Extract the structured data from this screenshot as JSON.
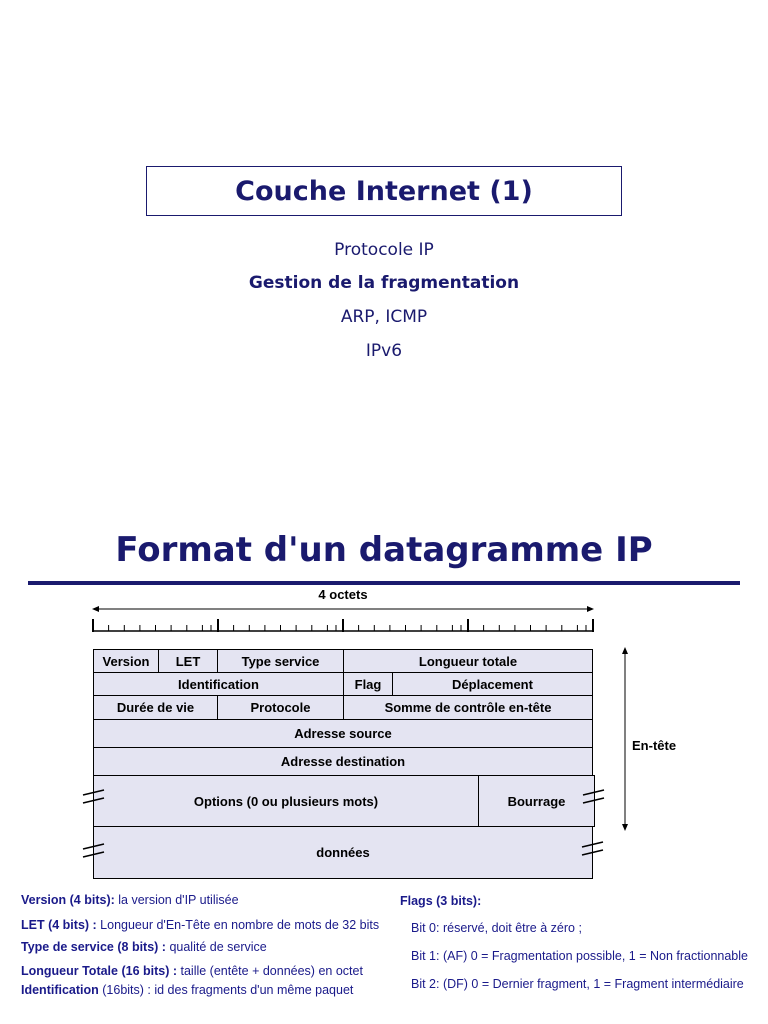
{
  "slide1": {
    "title": "Couche Internet (1)",
    "items": [
      {
        "label": "Protocole IP",
        "bold": false
      },
      {
        "label": "Gestion de la fragmentation",
        "bold": true
      },
      {
        "label": "ARP, ICMP",
        "bold": false
      },
      {
        "label": "IPv6",
        "bold": false
      }
    ]
  },
  "slide2": {
    "title": "Format d'un datagramme IP",
    "octets_label": "4 octets",
    "header_label": "En-tête",
    "fields": {
      "version": "Version",
      "let": "LET",
      "type_service": "Type service",
      "longueur_totale": "Longueur totale",
      "identification": "Identification",
      "flag": "Flag",
      "deplacement": "Déplacement",
      "duree_de_vie": "Durée de vie",
      "protocole": "Protocole",
      "somme_controle": "Somme de contrôle en-tête",
      "adresse_source": "Adresse source",
      "adresse_destination": "Adresse destination",
      "options": "Options (0 ou plusieurs mots)",
      "bourrage": "Bourrage",
      "donnees": "données"
    },
    "legend_left": [
      {
        "term": "Version (4 bits):",
        "desc": " la version d'IP utilisée"
      },
      {
        "term": "LET (4 bits) :",
        "desc": " Longueur d'En-Tête en nombre de mots de 32 bits"
      },
      {
        "term": "Type de service (8 bits) :",
        "desc": " qualité de service"
      },
      {
        "term": "Longueur Totale (16 bits) :",
        "desc": " taille (entête + données) en octet"
      },
      {
        "term": "Identification",
        "desc": " (16bits) : id des fragments d'un même paquet"
      }
    ],
    "legend_right": {
      "title": "Flags (3 bits):",
      "bits": [
        "Bit 0: réservé, doit être à zéro ;",
        "Bit 1: (AF) 0 = Fragmentation possible, 1 = Non fractionnable",
        "Bit 2: (DF) 0 = Dernier fragment, 1 = Fragment intermédiaire"
      ]
    }
  }
}
